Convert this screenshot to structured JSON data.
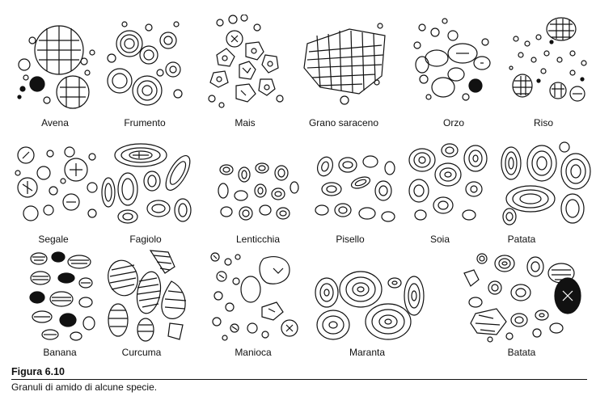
{
  "figure": {
    "title": "Figura 6.10",
    "caption": "Granuli di amido di alcune specie."
  },
  "species": [
    {
      "label": "Avena"
    },
    {
      "label": "Frumento"
    },
    {
      "label": "Mais"
    },
    {
      "label": "Grano saraceno"
    },
    {
      "label": "Orzo"
    },
    {
      "label": "Riso"
    },
    {
      "label": "Segale"
    },
    {
      "label": "Fagiolo"
    },
    {
      "label": "Lenticchia"
    },
    {
      "label": "Pisello"
    },
    {
      "label": "Soia"
    },
    {
      "label": "Patata"
    },
    {
      "label": "Banana"
    },
    {
      "label": "Curcuma"
    },
    {
      "label": "Manioca"
    },
    {
      "label": "Maranta"
    },
    {
      "label": "Batata"
    }
  ]
}
